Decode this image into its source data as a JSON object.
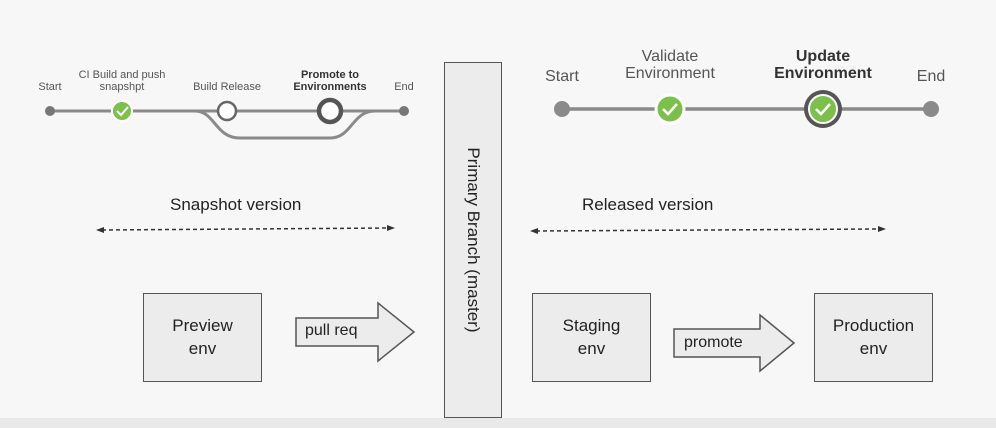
{
  "left_pipeline": {
    "stages": [
      {
        "label": "Start",
        "state": "endpoint"
      },
      {
        "label": "CI Build and push snapshpt",
        "state": "done"
      },
      {
        "label": "Build Release",
        "state": "pending"
      },
      {
        "label": "Promote to Environments",
        "state": "current"
      },
      {
        "label": "End",
        "state": "endpoint"
      }
    ]
  },
  "right_pipeline": {
    "stages": [
      {
        "label": "Start",
        "state": "endpoint"
      },
      {
        "label": "Validate Environment",
        "state": "done"
      },
      {
        "label": "Update Environment",
        "state": "current-done"
      },
      {
        "label": "End",
        "state": "endpoint"
      }
    ]
  },
  "labels": {
    "snapshot_version": "Snapshot version",
    "released_version": "Released version",
    "primary_branch": "Primary Branch (master)"
  },
  "boxes": {
    "preview": "Preview\nenv",
    "staging": "Staging\nenv",
    "production": "Production\nenv"
  },
  "arrows": {
    "pull_req": "pull req",
    "promote": "promote"
  },
  "colors": {
    "done_green": "#7cc04b",
    "track_gray": "#8a8a8a"
  }
}
